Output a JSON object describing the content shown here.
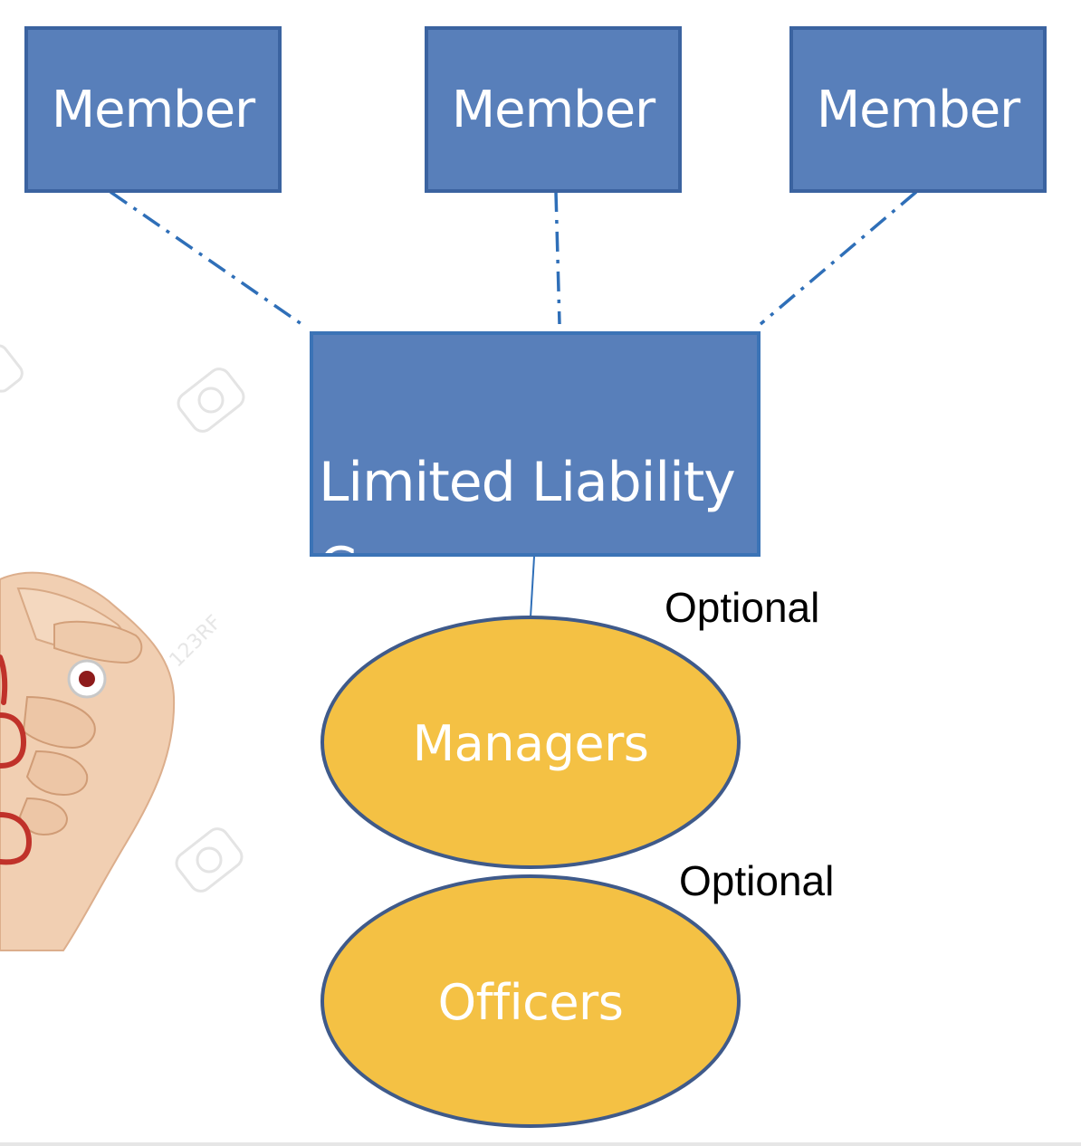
{
  "members": [
    {
      "label": "Member"
    },
    {
      "label": "Member"
    },
    {
      "label": "Member"
    }
  ],
  "company": {
    "label": "Limited Liability\nCompany"
  },
  "managers": {
    "label": "Managers"
  },
  "officers": {
    "label": "Officers"
  },
  "optional_managers": "Optional",
  "optional_officers": "Optional",
  "colors": {
    "box_fill": "#587fba",
    "box_border": "#3b63a0",
    "ellipse_fill": "#f4c144",
    "ellipse_border": "#3f5a8a",
    "connector": "#2f6fb8"
  },
  "icons": [
    "hand-with-marker",
    "watermark-camera-icon"
  ]
}
